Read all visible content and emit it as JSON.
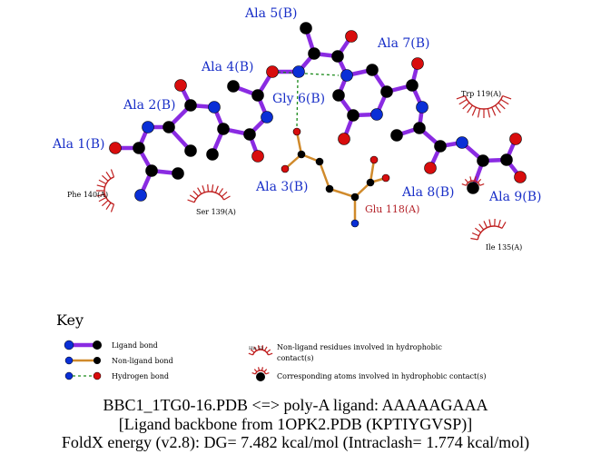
{
  "diagram": {
    "colors": {
      "ligand_bond": "#8a2be2",
      "nonligand_bond": "#d08a2b",
      "hbond": "#1a8a1a",
      "nitrogen": "#0a2fd6",
      "oxygen": "#d80d0d",
      "carbon": "#000000",
      "hydrophobic": "#c02020",
      "ligand_label": "#1a30c8",
      "residue_label": "#000000"
    },
    "ligand_labels": [
      {
        "id": "ala1",
        "text": "Ala 1(B)"
      },
      {
        "id": "ala2",
        "text": "Ala 2(B)"
      },
      {
        "id": "ala3",
        "text": "Ala 3(B)"
      },
      {
        "id": "ala4",
        "text": "Ala 4(B)"
      },
      {
        "id": "ala5",
        "text": "Ala 5(B)"
      },
      {
        "id": "gly6",
        "text": "Gly 6(B)"
      },
      {
        "id": "ala7",
        "text": "Ala 7(B)"
      },
      {
        "id": "ala8",
        "text": "Ala 8(B)"
      },
      {
        "id": "ala9",
        "text": "Ala 9(B)"
      }
    ],
    "nonligand_label": {
      "text": "Glu 118(A)"
    },
    "hydrophobic_residues": [
      {
        "id": "phe140",
        "text": "Phe 140(A)"
      },
      {
        "id": "ser139",
        "text": "Ser 139(A)"
      },
      {
        "id": "trp119",
        "text": "Trp 119(A)"
      },
      {
        "id": "ile135",
        "text": "Ile 135(A)"
      }
    ]
  },
  "key": {
    "title": "Key",
    "items": [
      {
        "id": "ligand-bond",
        "label": "Ligand bond"
      },
      {
        "id": "nonligand-bond",
        "label": "Non-ligand bond"
      },
      {
        "id": "hydrogen-bond",
        "label": "Hydrogen bond"
      },
      {
        "id": "nonligand-residues",
        "label": "Non-ligand residues involved in hydrophobic contact(s)",
        "sample": "His 53"
      },
      {
        "id": "corresponding-atoms",
        "label": "Corresponding atoms involved in hydrophobic contact(s)"
      }
    ]
  },
  "captions": {
    "line1": "BBC1_1TG0-16.PDB <=> poly-A ligand: AAAAAGAAA",
    "line2": "[Ligand backbone from 1OPK2.PDB (KPTIYGVSP)]",
    "line3": "FoldX energy (v2.8): DG= 7.482 kcal/mol (Intraclash= 1.774 kcal/mol)"
  }
}
